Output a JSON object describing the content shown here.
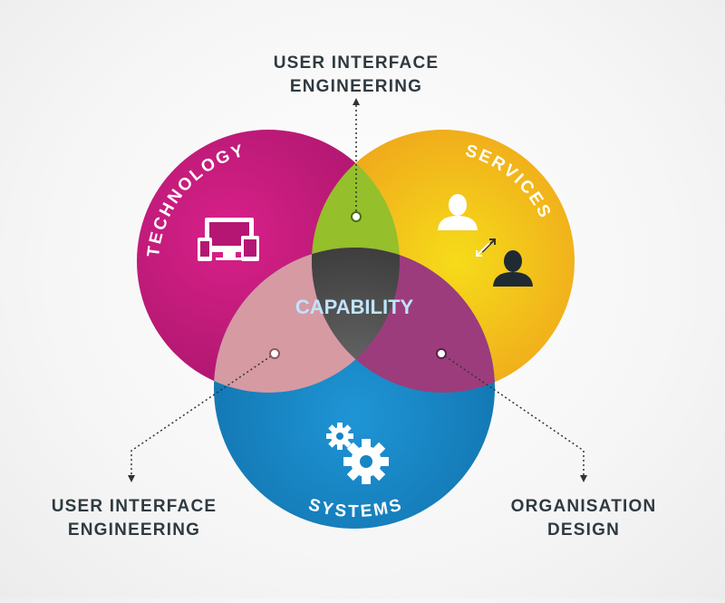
{
  "callouts": {
    "top": [
      "USER INTERFACE",
      "ENGINEERING"
    ],
    "bottom_left": [
      "USER INTERFACE",
      "ENGINEERING"
    ],
    "bottom_right": [
      "ORGANISATION",
      "DESIGN"
    ]
  },
  "circles": {
    "technology": {
      "label": "TECHNOLOGY",
      "color": "#c81e7e",
      "icon": "devices-icon"
    },
    "services": {
      "label": "SERVICES",
      "color": "#f3a81a",
      "icon": "users-exchange-icon"
    },
    "systems": {
      "label": "SYSTEMS",
      "color": "#1a86c6",
      "icon": "gears-icon"
    }
  },
  "overlaps": {
    "technology_services": {
      "color": "#95bf2b"
    },
    "technology_systems": {
      "color": "#d69aa3"
    },
    "services_systems": {
      "color": "#9c3c7c"
    }
  },
  "center": {
    "label": "CAPABILITY",
    "color": "#4a4a4a",
    "text_color": "#bfe4ff"
  }
}
